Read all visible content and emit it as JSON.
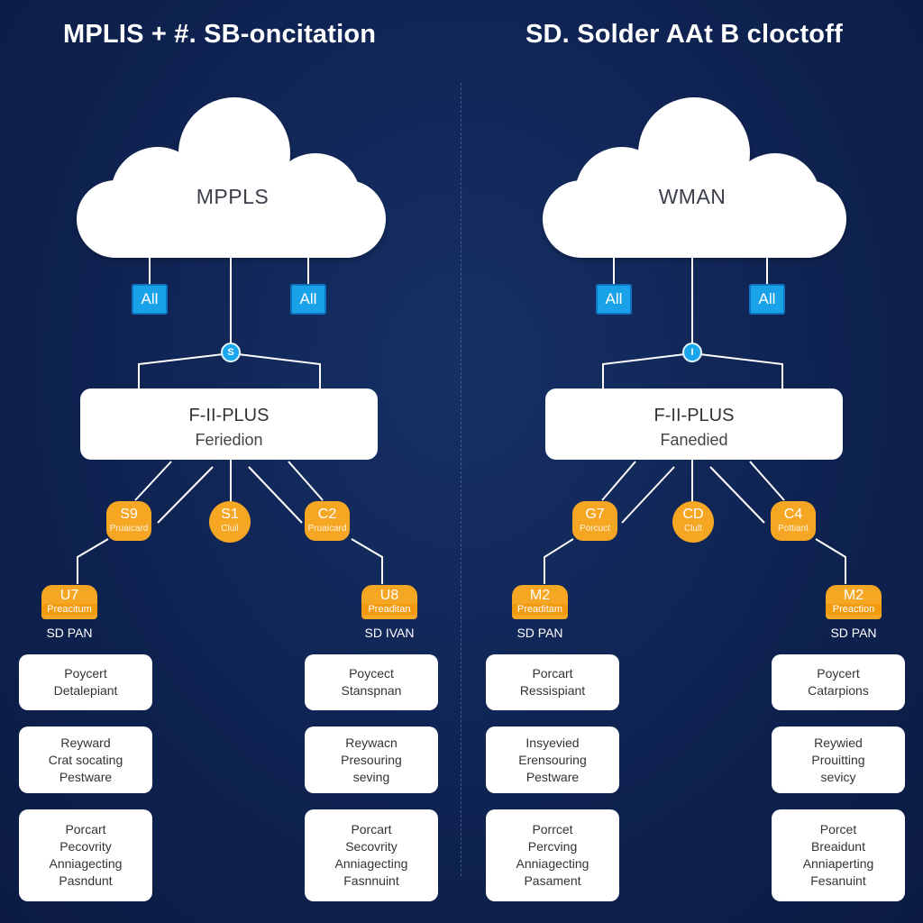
{
  "titles": {
    "left": "MPLIS + #. SB-oncitation",
    "right": "SD. Solder AAt B cloctoff"
  },
  "colors": {
    "background": "#0f2352",
    "badge": "#1aa2e8",
    "node": "#f5a623",
    "card": "#ffffff"
  },
  "left": {
    "cloud": "MPPLS",
    "badges": [
      "All",
      "All"
    ],
    "hub": "S",
    "edge": {
      "line1": "F-II-PLUS",
      "line2": "Feriedion"
    },
    "nodes": [
      {
        "id": "S9",
        "sub": "Pruaicard"
      },
      {
        "id": "S1",
        "sub": "Cluil"
      },
      {
        "id": "C2",
        "sub": "Pruaicard"
      }
    ],
    "leaves": [
      {
        "id": "U7",
        "sub": "Preacitum",
        "caption": "SD PAN"
      },
      {
        "id": "U8",
        "sub": "Preaditan",
        "caption": "SD IVAN"
      }
    ],
    "cards_a": [
      [
        "Poycert",
        "Detalepiant"
      ],
      [
        "Reyward",
        "Crat socating",
        "Pestware"
      ],
      [
        "Porcart",
        "Pecovrity",
        "Anniagecting",
        "Pasndunt"
      ]
    ],
    "cards_b": [
      [
        "Poycect",
        "Stanspnan"
      ],
      [
        "Reywacn",
        "Presouring",
        "seving"
      ],
      [
        "Porcart",
        "Secovrity",
        "Anniagecting",
        "Fasnnuint"
      ]
    ]
  },
  "right": {
    "cloud": "WMAN",
    "badges": [
      "All",
      "All"
    ],
    "hub": "I",
    "edge": {
      "line1": "F-II-PLUS",
      "line2": "Fanedied"
    },
    "nodes": [
      {
        "id": "G7",
        "sub": "Porcuct"
      },
      {
        "id": "CD",
        "sub": "Clult"
      },
      {
        "id": "C4",
        "sub": "Pottiant"
      }
    ],
    "leaves": [
      {
        "id": "M2",
        "sub": "Preaditam",
        "caption": "SD PAN"
      },
      {
        "id": "M2",
        "sub": "Preaction",
        "caption": "SD PAN"
      }
    ],
    "cards_a": [
      [
        "Porcart",
        "Ressispiant"
      ],
      [
        "Insyevied",
        "Erensouring",
        "Pestware"
      ],
      [
        "Porrcet",
        "Percving",
        "Anniagecting",
        "Pasament"
      ]
    ],
    "cards_b": [
      [
        "Poycert",
        "Catarpions"
      ],
      [
        "Reywied",
        "Prouitting",
        "sevicy"
      ],
      [
        "Porcet",
        "Breaidunt",
        "Anniaperting",
        "Fesanuint"
      ]
    ]
  }
}
